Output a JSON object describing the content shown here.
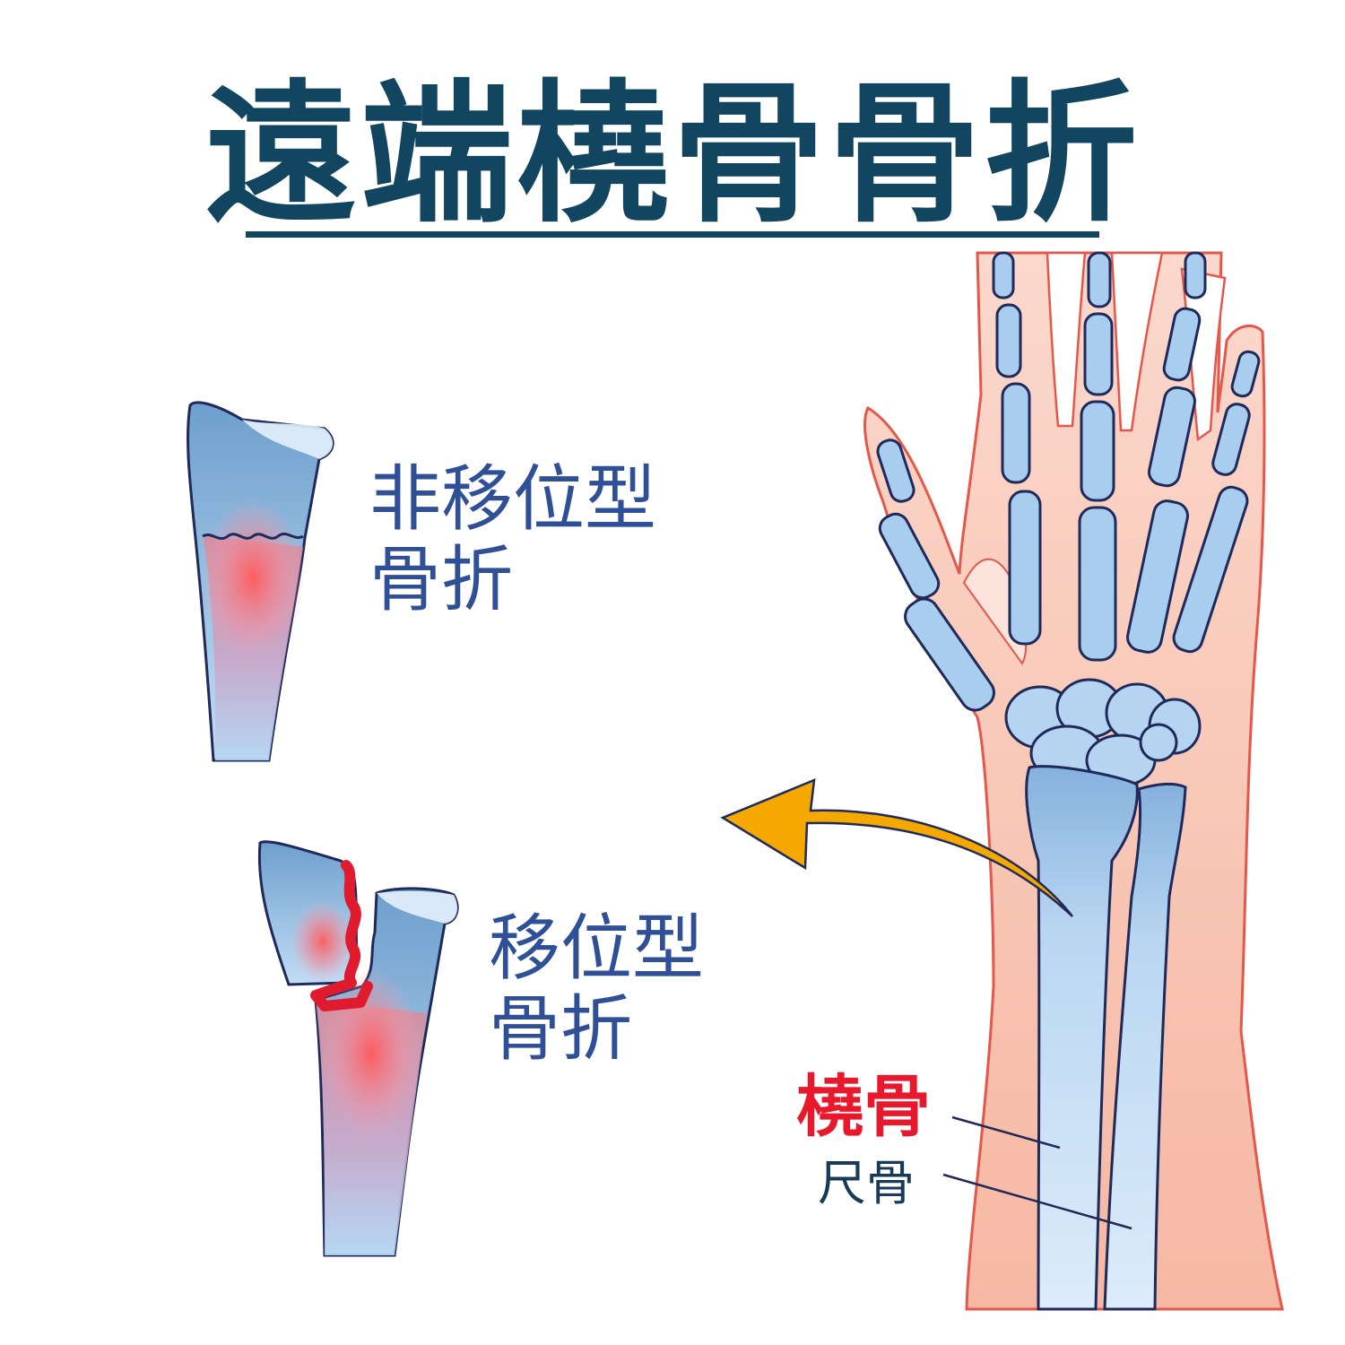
{
  "title": "遠端橈骨骨折",
  "labels": {
    "nondisplaced_line1": "非移位型",
    "nondisplaced_line2": "骨折",
    "displaced_line1": "移位型",
    "displaced_line2": "骨折",
    "radius": "橈骨",
    "ulna": "尺骨"
  },
  "colors": {
    "title": "#12455f",
    "label_blue": "#2f4f96",
    "label_red": "#e8192c",
    "label_dark": "#163a57",
    "arrow": "#f5a800",
    "fracture": "#e01b2e"
  }
}
